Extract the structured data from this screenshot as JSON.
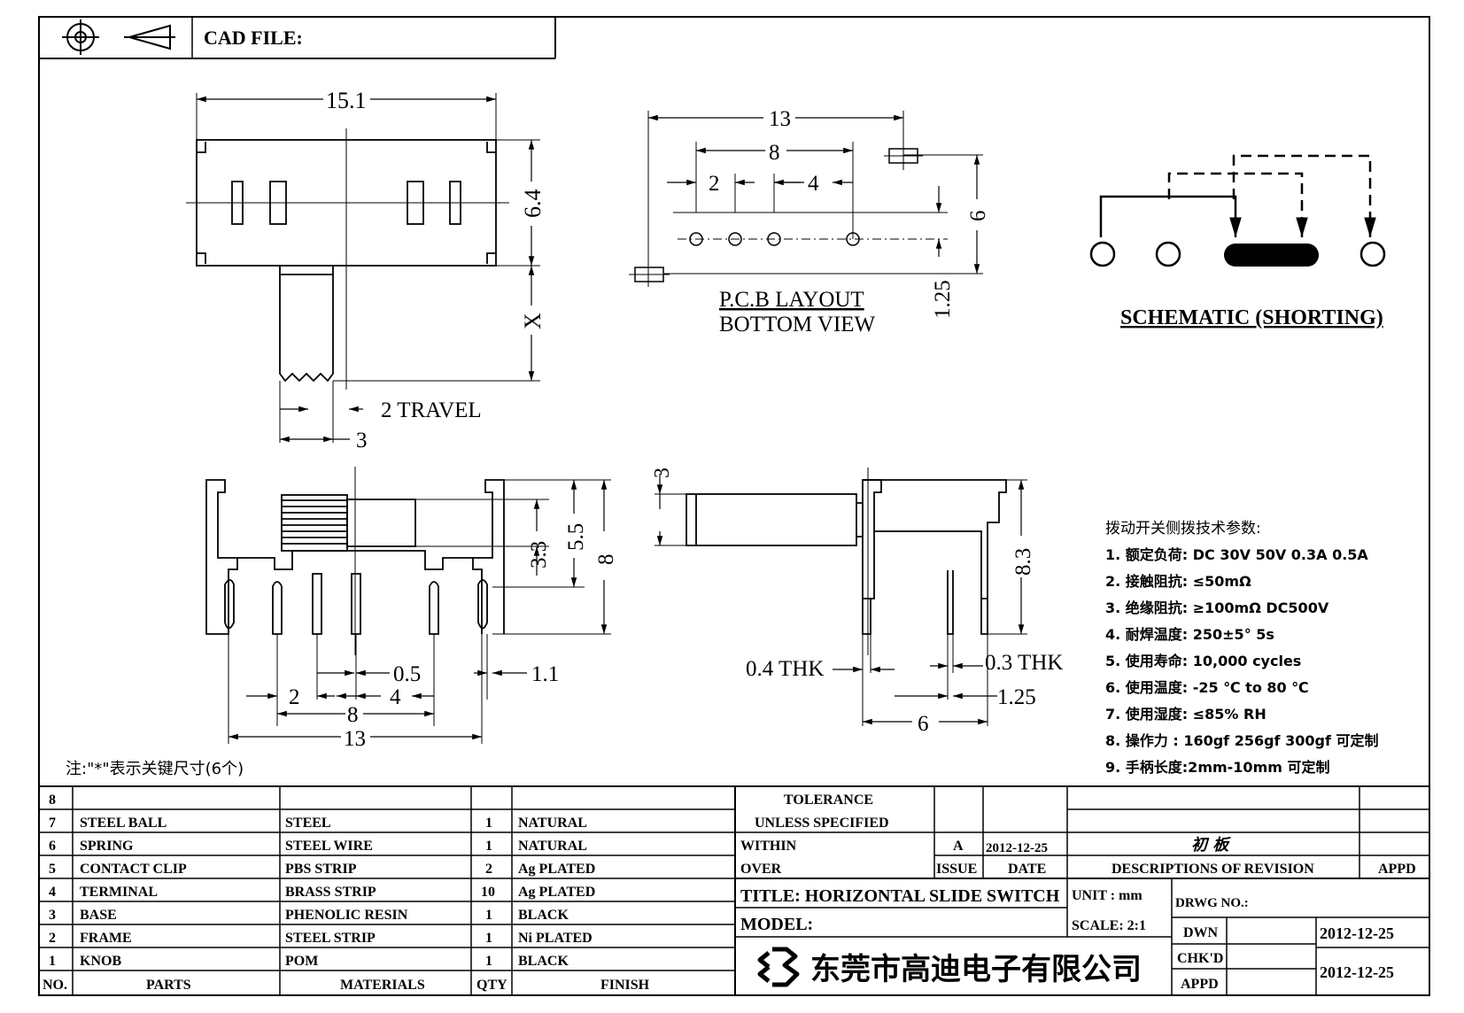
{
  "header": {
    "cad_label": "CAD FILE:"
  },
  "icons": {
    "projection_circle": "crosshair-circle-icon",
    "projection_cone": "truncated-cone-icon",
    "company_logo": "gaodi-logo-icon"
  },
  "top_view": {
    "width_dim": "15.1",
    "height_dim": "6.4",
    "x_dim": "X",
    "travel_dim": "2 TRAVEL",
    "knob_dim": "3"
  },
  "pcb_layout": {
    "overall_dim": "13",
    "span_dim": "8",
    "pitch_a_dim": "2",
    "pitch_b_dim": "4",
    "height_dim": "6",
    "offset_dim": "1.25",
    "title_line1": "P.C.B LAYOUT",
    "title_line2": "BOTTOM VIEW"
  },
  "schematic": {
    "title": "SCHEMATIC (SHORTING)"
  },
  "front_view": {
    "dim_3_3": "3.3",
    "dim_5_5": "5.5",
    "dim_8": "8",
    "dim_0_5": "0.5",
    "dim_1_1": "1.1",
    "dim_2": "2",
    "dim_4": "4",
    "dim_8b": "8",
    "dim_13": "13"
  },
  "side_view": {
    "dim_3": "3",
    "dim_8_3": "8.3",
    "thk_04": "0.4  THK",
    "thk_03": "0.3  THK",
    "dim_1_25": "1.25",
    "dim_6": "6"
  },
  "note": "注:\"*\"表示关键尺寸(6个)",
  "specs": {
    "title": "拨动开关侧拨技术参数:",
    "items": [
      "1.  额定负荷: DC 30V    50V    0.3A    0.5A",
      "2.  接触阻抗:  ≤50mΩ",
      "3.  绝缘阻抗:  ≥100mΩ   DC500V",
      "4.  耐焊温度: 250±5°  5s",
      "5.  使用寿命: 10,000 cycles",
      "6.  使用温度: -25  ℃  to 80  ℃",
      "7.  使用湿度:  ≤85% RH",
      "8.  操作力 : 160gf    256gf    300gf  可定制",
      "9.  手柄长度:2mm-10mm   可定制"
    ]
  },
  "bom": {
    "header": {
      "no": "NO.",
      "parts": "PARTS",
      "materials": "MATERIALS",
      "qty": "QTY",
      "finish": "FINISH"
    },
    "rows": [
      {
        "no": "8",
        "parts": "",
        "materials": "",
        "qty": "",
        "finish": ""
      },
      {
        "no": "7",
        "parts": "STEEL  BALL",
        "materials": "STEEL",
        "qty": "1",
        "finish": "NATURAL"
      },
      {
        "no": "6",
        "parts": "SPRING",
        "materials": "STEEL  WIRE",
        "qty": "1",
        "finish": "NATURAL"
      },
      {
        "no": "5",
        "parts": "CONTACT  CLIP",
        "materials": "PBS  STRIP",
        "qty": "2",
        "finish": "Ag  PLATED"
      },
      {
        "no": "4",
        "parts": "TERMINAL",
        "materials": "BRASS  STRIP",
        "qty": "10",
        "finish": "Ag  PLATED"
      },
      {
        "no": "3",
        "parts": "BASE",
        "materials": "PHENOLIC  RESIN",
        "qty": "1",
        "finish": "BLACK"
      },
      {
        "no": "2",
        "parts": "FRAME",
        "materials": "STEEL  STRIP",
        "qty": "1",
        "finish": "Ni  PLATED"
      },
      {
        "no": "1",
        "parts": "KNOB",
        "materials": "POM",
        "qty": "1",
        "finish": "BLACK"
      }
    ]
  },
  "title_block": {
    "tolerance_1": "TOLERANCE",
    "tolerance_2": "UNLESS    SPECIFIED",
    "within": "WITHIN",
    "over": "OVER",
    "issue_value": "A",
    "issue_date": "2012-12-25",
    "issue_label": "ISSUE",
    "date_label": "DATE",
    "revision_text": "初 板",
    "descriptions_label": "DESCRIPTIONS  OF  REVISION",
    "appd_label": "APPD",
    "title": "TITLE:  HORIZONTAL  SLIDE  SWITCH",
    "unit": "UNIT  :  mm",
    "drwg_no": "DRWG  NO.:",
    "model": "MODEL:",
    "scale": "SCALE:  2:1",
    "dwn": "DWN",
    "dwn_date": "2012-12-25",
    "chkd": "CHK'D",
    "appd2": "APPD",
    "chk_date": "2012-12-25",
    "company": "东莞市高迪电子有限公司"
  }
}
